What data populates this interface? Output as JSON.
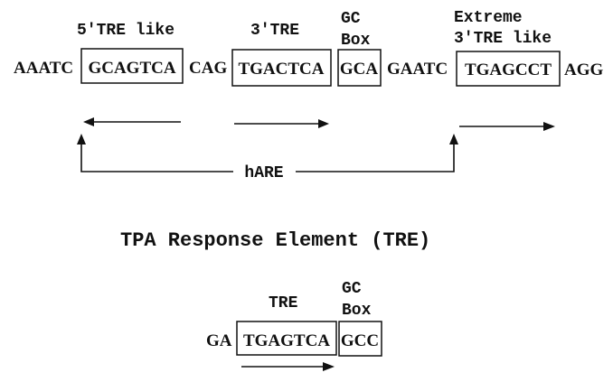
{
  "hare": {
    "labels": {
      "tre5": "5'TRE like",
      "tre3": "3'TRE",
      "gc_line1": "GC",
      "gc_line2": "Box",
      "extreme_line1": "Extreme",
      "extreme_line2": "3'TRE like"
    },
    "sequence": {
      "s1": "AAATC",
      "box1": "GCAGTCA",
      "s2": "CAG",
      "box2": "TGACTCA",
      "box3": "GCA",
      "s3": "GAATC",
      "box4": "TGAGCCT",
      "s4": "AGG"
    },
    "bracket_label": "hARE"
  },
  "title": "TPA Response Element (TRE)",
  "tre": {
    "label": "TRE",
    "gc_line1": "GC",
    "gc_line2": "Box",
    "s1": "GA",
    "box1": "TGAGTCA",
    "box2": "GCC"
  }
}
